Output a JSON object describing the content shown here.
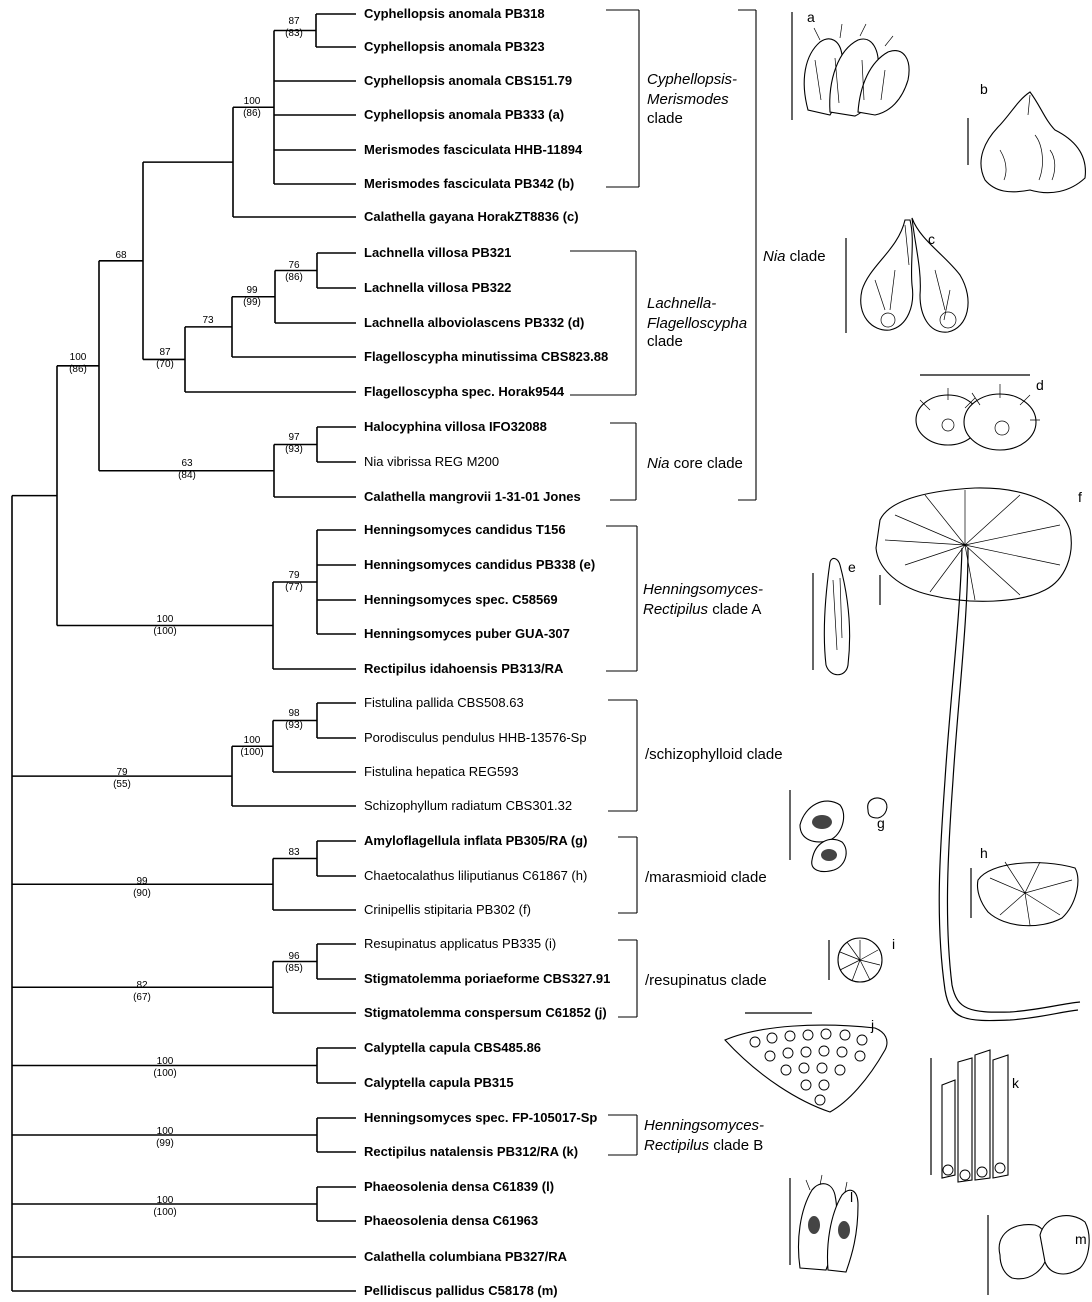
{
  "taxa": [
    {
      "id": "t1",
      "label": "Cyphellopsis anomala PB318",
      "bold": true
    },
    {
      "id": "t2",
      "label": "Cyphellopsis anomala PB323",
      "bold": true
    },
    {
      "id": "t3",
      "label": "Cyphellopsis anomala CBS151.79",
      "bold": true
    },
    {
      "id": "t4",
      "label": "Cyphellopsis anomala PB333 (a)",
      "bold": true
    },
    {
      "id": "t5",
      "label": "Merismodes fasciculata HHB-11894",
      "bold": true
    },
    {
      "id": "t6",
      "label": "Merismodes fasciculata PB342 (b)",
      "bold": true
    },
    {
      "id": "t7",
      "label": "Calathella gayana HorakZT8836 (c)",
      "bold": true
    },
    {
      "id": "t8",
      "label": "Lachnella villosa PB321",
      "bold": true
    },
    {
      "id": "t9",
      "label": "Lachnella villosa PB322",
      "bold": true
    },
    {
      "id": "t10",
      "label": "Lachnella alboviolascens PB332 (d)",
      "bold": true
    },
    {
      "id": "t11",
      "label": "Flagelloscypha minutissima CBS823.88",
      "bold": true
    },
    {
      "id": "t12",
      "label": "Flagelloscypha spec. Horak9544",
      "bold": true
    },
    {
      "id": "t13",
      "label": "Halocyphina villosa IFO32088",
      "bold": true
    },
    {
      "id": "t14",
      "label": "Nia vibrissa REG M200",
      "bold": false
    },
    {
      "id": "t15",
      "label": "Calathella mangrovii 1-31-01 Jones",
      "bold": true
    },
    {
      "id": "t16",
      "label": "Henningsomyces candidus T156",
      "bold": true
    },
    {
      "id": "t17",
      "label": "Henningsomyces candidus PB338 (e)",
      "bold": true
    },
    {
      "id": "t18",
      "label": "Henningsomyces spec. C58569",
      "bold": true
    },
    {
      "id": "t19",
      "label": "Henningsomyces puber GUA-307",
      "bold": true
    },
    {
      "id": "t20",
      "label": "Rectipilus idahoensis PB313/RA",
      "bold": true
    },
    {
      "id": "t21",
      "label": "Fistulina pallida CBS508.63",
      "bold": false
    },
    {
      "id": "t22",
      "label": "Porodisculus pendulus HHB-13576-Sp",
      "bold": false
    },
    {
      "id": "t23",
      "label": "Fistulina hepatica REG593",
      "bold": false
    },
    {
      "id": "t24",
      "label": "Schizophyllum radiatum CBS301.32",
      "bold": false
    },
    {
      "id": "t25",
      "label": "Amyloflagellula inflata PB305/RA (g)",
      "bold": true
    },
    {
      "id": "t26",
      "label": "Chaetocalathus liliputianus C61867 (h)",
      "bold": false
    },
    {
      "id": "t27",
      "label": "Crinipellis stipitaria PB302 (f)",
      "bold": false
    },
    {
      "id": "t28",
      "label": "Resupinatus applicatus PB335 (i)",
      "bold": false
    },
    {
      "id": "t29",
      "label": "Stigmatolemma poriaeforme CBS327.91",
      "bold": true
    },
    {
      "id": "t30",
      "label": "Stigmatolemma conspersum C61852 (j)",
      "bold": true
    },
    {
      "id": "t31",
      "label": "Calyptella capula CBS485.86",
      "bold": true
    },
    {
      "id": "t32",
      "label": "Calyptella capula PB315",
      "bold": true
    },
    {
      "id": "t33",
      "label": "Henningsomyces spec. FP-105017-Sp",
      "bold": true
    },
    {
      "id": "t34",
      "label": "Rectipilus natalensis PB312/RA (k)",
      "bold": true
    },
    {
      "id": "t35",
      "label": "Phaeosolenia densa C61839 (l)",
      "bold": true
    },
    {
      "id": "t36",
      "label": "Phaeosolenia densa C61963",
      "bold": true
    },
    {
      "id": "t37",
      "label": "Calathella columbiana PB327/RA",
      "bold": true
    },
    {
      "id": "t38",
      "label": "Pellidiscus pallidus C58178 (m)",
      "bold": true
    }
  ],
  "nodes": [
    {
      "id": "n_cy12",
      "support": "87",
      "support2": "(83)"
    },
    {
      "id": "n_cy",
      "support": "100",
      "support2": "(86)"
    },
    {
      "id": "n_cyc",
      "support": "",
      "support2": ""
    },
    {
      "id": "n_la",
      "support": "76",
      "support2": "(86)"
    },
    {
      "id": "n_la3",
      "support": "99",
      "support2": "(99)"
    },
    {
      "id": "n_la4",
      "support": "73",
      "support2": ""
    },
    {
      "id": "n_laf",
      "support": "87",
      "support2": "(70)"
    },
    {
      "id": "n_top",
      "support": "68",
      "support2": ""
    },
    {
      "id": "n_nc",
      "support": "97",
      "support2": "(93)"
    },
    {
      "id": "n_nia",
      "support": "63",
      "support2": "(84)"
    },
    {
      "id": "n_niaA",
      "support": "100",
      "support2": "(86)"
    },
    {
      "id": "n_hA",
      "support": "79",
      "support2": "(77)"
    },
    {
      "id": "n_hAr",
      "support": "100",
      "support2": "(100)"
    },
    {
      "id": "n_sc2",
      "support": "98",
      "support2": "(93)"
    },
    {
      "id": "n_sc3",
      "support": "100",
      "support2": "(100)"
    },
    {
      "id": "n_sc",
      "support": "79",
      "support2": "(55)"
    },
    {
      "id": "n_ma2",
      "support": "83",
      "support2": ""
    },
    {
      "id": "n_ma",
      "support": "99",
      "support2": "(90)"
    },
    {
      "id": "n_re2",
      "support": "96",
      "support2": "(85)"
    },
    {
      "id": "n_re",
      "support": "82",
      "support2": "(67)"
    },
    {
      "id": "n_ca",
      "support": "100",
      "support2": "(100)"
    },
    {
      "id": "n_hB",
      "support": "100",
      "support2": "(99)"
    },
    {
      "id": "n_ph",
      "support": "100",
      "support2": "(100)"
    }
  ],
  "clades": [
    {
      "id": "c_cy",
      "lines": [
        "Cyphellopsis-",
        "Merismodes",
        "clade"
      ],
      "italic": [
        true,
        true,
        false
      ]
    },
    {
      "id": "c_la",
      "lines": [
        "Lachnella-",
        "Flagelloscypha",
        "clade"
      ],
      "italic": [
        true,
        true,
        false
      ]
    },
    {
      "id": "c_nc",
      "lines": [
        "Nia core clade"
      ],
      "italic_prefix": "Nia",
      "rest": " core clade"
    },
    {
      "id": "c_nia",
      "lines": [
        "Nia clade"
      ],
      "italic_prefix": "Nia",
      "rest": " clade"
    },
    {
      "id": "c_hA",
      "lines": [
        "Henningsomyces-",
        "Rectipilus clade A"
      ],
      "italic_prefix": "Rectipilus",
      "rest": " clade A"
    },
    {
      "id": "c_sc",
      "lines": [
        "/schizophylloid clade"
      ]
    },
    {
      "id": "c_ma",
      "lines": [
        "/marasmioid clade"
      ]
    },
    {
      "id": "c_re",
      "lines": [
        "/resupinatus clade"
      ]
    },
    {
      "id": "c_hB",
      "lines": [
        "Henningsomyces-",
        "Rectipilus clade B"
      ],
      "italic_prefix": "Rectipilus",
      "rest": " clade B"
    }
  ],
  "figure_letters": [
    "a",
    "b",
    "c",
    "d",
    "e",
    "f",
    "g",
    "h",
    "i",
    "j",
    "k",
    "l",
    "m"
  ]
}
